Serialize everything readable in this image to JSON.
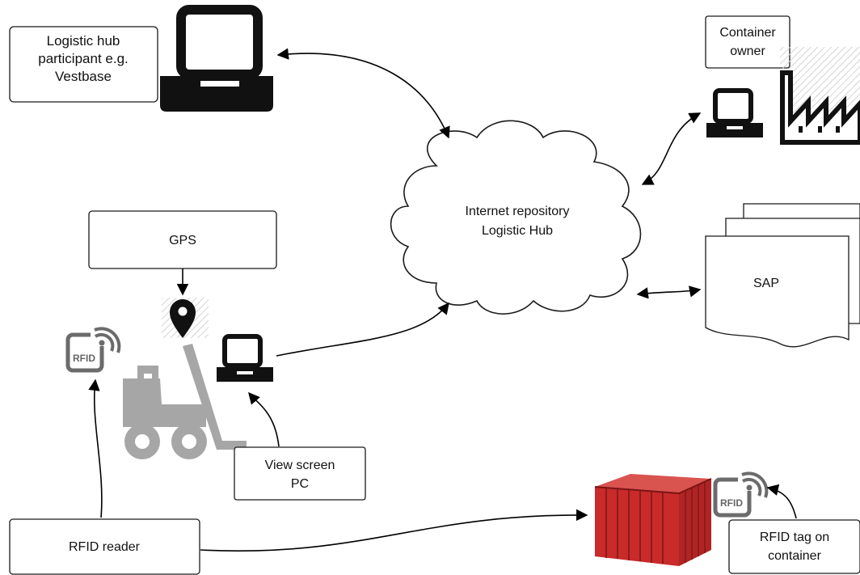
{
  "labels": {
    "hub_participant": [
      "Logistic hub",
      "participant e.g.",
      "Vestbase"
    ],
    "container_owner": [
      "Container",
      "owner"
    ],
    "cloud": [
      "Internet repository",
      "Logistic Hub"
    ],
    "gps": "GPS",
    "sap": "SAP",
    "view_screen": [
      "View screen",
      "PC"
    ],
    "rfid_reader": "RFID reader",
    "rfid_tag": [
      "RFID tag on",
      "container"
    ],
    "rfid_icon_text": "RFID"
  },
  "colors": {
    "stroke": "#1a1a1a",
    "laptop": "#111111",
    "forklift": "#a6a6a6",
    "rfid_icon": "#6b6b6b",
    "container_red": "#c92a2a",
    "container_dark": "#8e1b1b",
    "hatch": "#d9d9d9"
  },
  "icons": [
    "laptop-icon",
    "factory-icon",
    "cloud-shape",
    "documents-icon",
    "map-pin-icon",
    "forklift-icon",
    "rfid-icon",
    "shipping-container-icon"
  ]
}
